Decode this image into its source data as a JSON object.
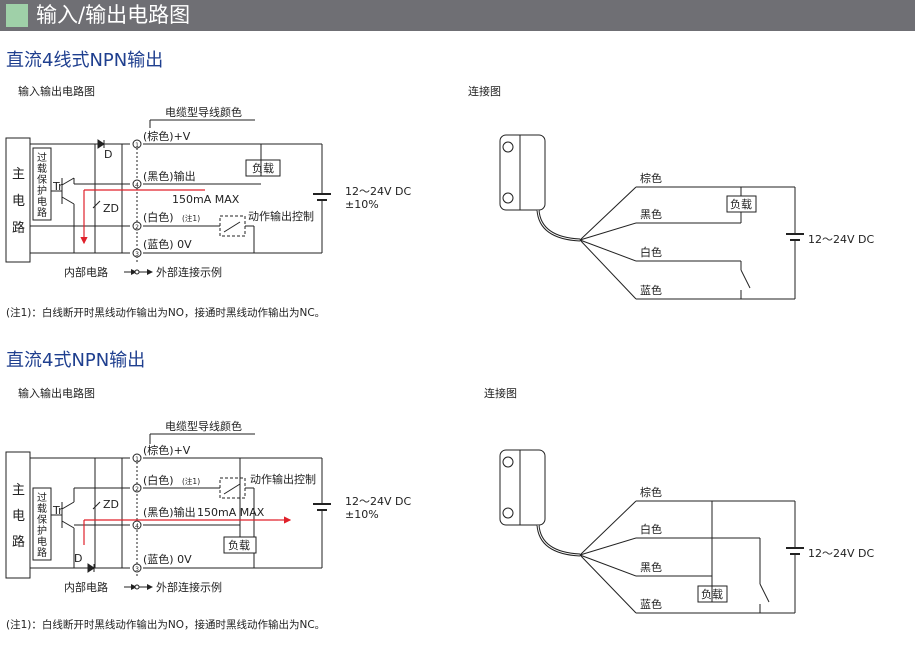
{
  "page_title": "输入/输出电路图",
  "sections": [
    {
      "title": "直流4线式NPN输出",
      "io_heading": "输入输出电路图",
      "conn_heading": "连接图",
      "note": "(注1)：白线断开时黑线动作输出为NO，接通时黑线动作输出为NC。",
      "circuit": {
        "cable_color_label": "电缆型导线颜色",
        "main_circuit": [
          "主",
          "电",
          "路"
        ],
        "protection": [
          "过",
          "载",
          "保",
          "护",
          "电",
          "路"
        ],
        "tr": "Tr",
        "zd": "ZD",
        "d": "D",
        "wires": [
          "(棕色)+V",
          "(黑色)输出",
          "(白色)",
          "(蓝色) 0V"
        ],
        "note_mark": "(注1)",
        "pins": [
          "1",
          "4",
          "2",
          "3"
        ],
        "load": "负载",
        "current": "150mA  MAX",
        "action_control": "动作输出控制",
        "supply": [
          "12～24V DC",
          "±10%"
        ],
        "internal": "内部电路",
        "external": "外部连接示例"
      },
      "connection": {
        "wires": [
          "棕色",
          "黑色",
          "白色",
          "蓝色"
        ],
        "load": "负载",
        "supply": "12～24V DC"
      }
    },
    {
      "title": "直流4式NPN输出",
      "io_heading": "输入输出电路图",
      "conn_heading": "连接图",
      "note": "(注1)：白线断开时黑线动作输出为NO，接通时黑线动作输出为NC。",
      "circuit": {
        "cable_color_label": "电缆型导线颜色",
        "main_circuit": [
          "主",
          "电",
          "路"
        ],
        "protection": [
          "过",
          "载",
          "保",
          "护",
          "电",
          "路"
        ],
        "tr": "Tr",
        "zd": "ZD",
        "d": "D",
        "wires": [
          "(棕色)+V",
          "(白色)",
          "(黑色)输出",
          "(蓝色) 0V"
        ],
        "note_mark": "(注1)",
        "pins": [
          "1",
          "2",
          "4",
          "3"
        ],
        "load": "负载",
        "current": "150mA  MAX",
        "action_control": "动作输出控制",
        "supply": [
          "12～24V DC",
          "±10%"
        ],
        "internal": "内部电路",
        "external": "外部连接示例"
      },
      "connection": {
        "wires": [
          "棕色",
          "白色",
          "黑色",
          "蓝色"
        ],
        "load": "负载",
        "supply": "12～24V DC"
      }
    }
  ]
}
